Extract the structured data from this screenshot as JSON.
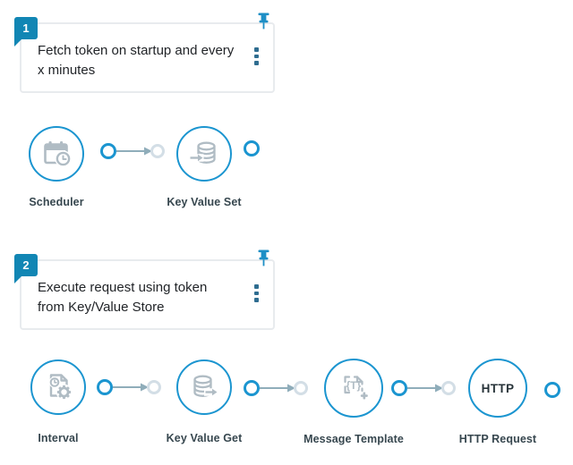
{
  "canvas": {
    "background": "#ffffff"
  },
  "colors": {
    "node_border": "#1b95d0",
    "badge_bg": "#1186b4",
    "icon_gray": "#b0bcc4",
    "arrow": "#8fadba",
    "input_port_border": "#d3dee6",
    "label_text": "#37474f",
    "note_text": "#212428",
    "note_border": "#e8ebee",
    "kebab_dots": "#2f6d90",
    "pin_blue": "#1e8fc6",
    "http_text": "#263238"
  },
  "icons": {
    "pin": "pushpin-icon",
    "note_menu": "kebab-vertical-dots-icon",
    "scheduler": "calendar-clock-icon",
    "key_value_set": "database-arrow-in-icon",
    "interval": "document-clock-gear-icon",
    "key_value_get": "database-arrow-out-icon",
    "message_template": "braces-T-plus-icon",
    "http_request": "HTTP-text-glyph"
  },
  "notes": [
    {
      "number": "1",
      "text": "Fetch token on startup and every x minutes",
      "lines": [
        "Fetch token on startup and every",
        "x minutes"
      ]
    },
    {
      "number": "2",
      "text": "Execute request using token from Key/Value Store",
      "lines": [
        "Execute request using token",
        "from Key/Value Store"
      ]
    }
  ],
  "nodes": [
    {
      "label": "Scheduler"
    },
    {
      "label": "Key Value Set"
    },
    {
      "label": "Interval"
    },
    {
      "label": "Key Value Get"
    },
    {
      "label": "Message Template",
      "glyph": "{T}"
    },
    {
      "label": "HTTP Request",
      "glyph": "HTTP"
    }
  ]
}
